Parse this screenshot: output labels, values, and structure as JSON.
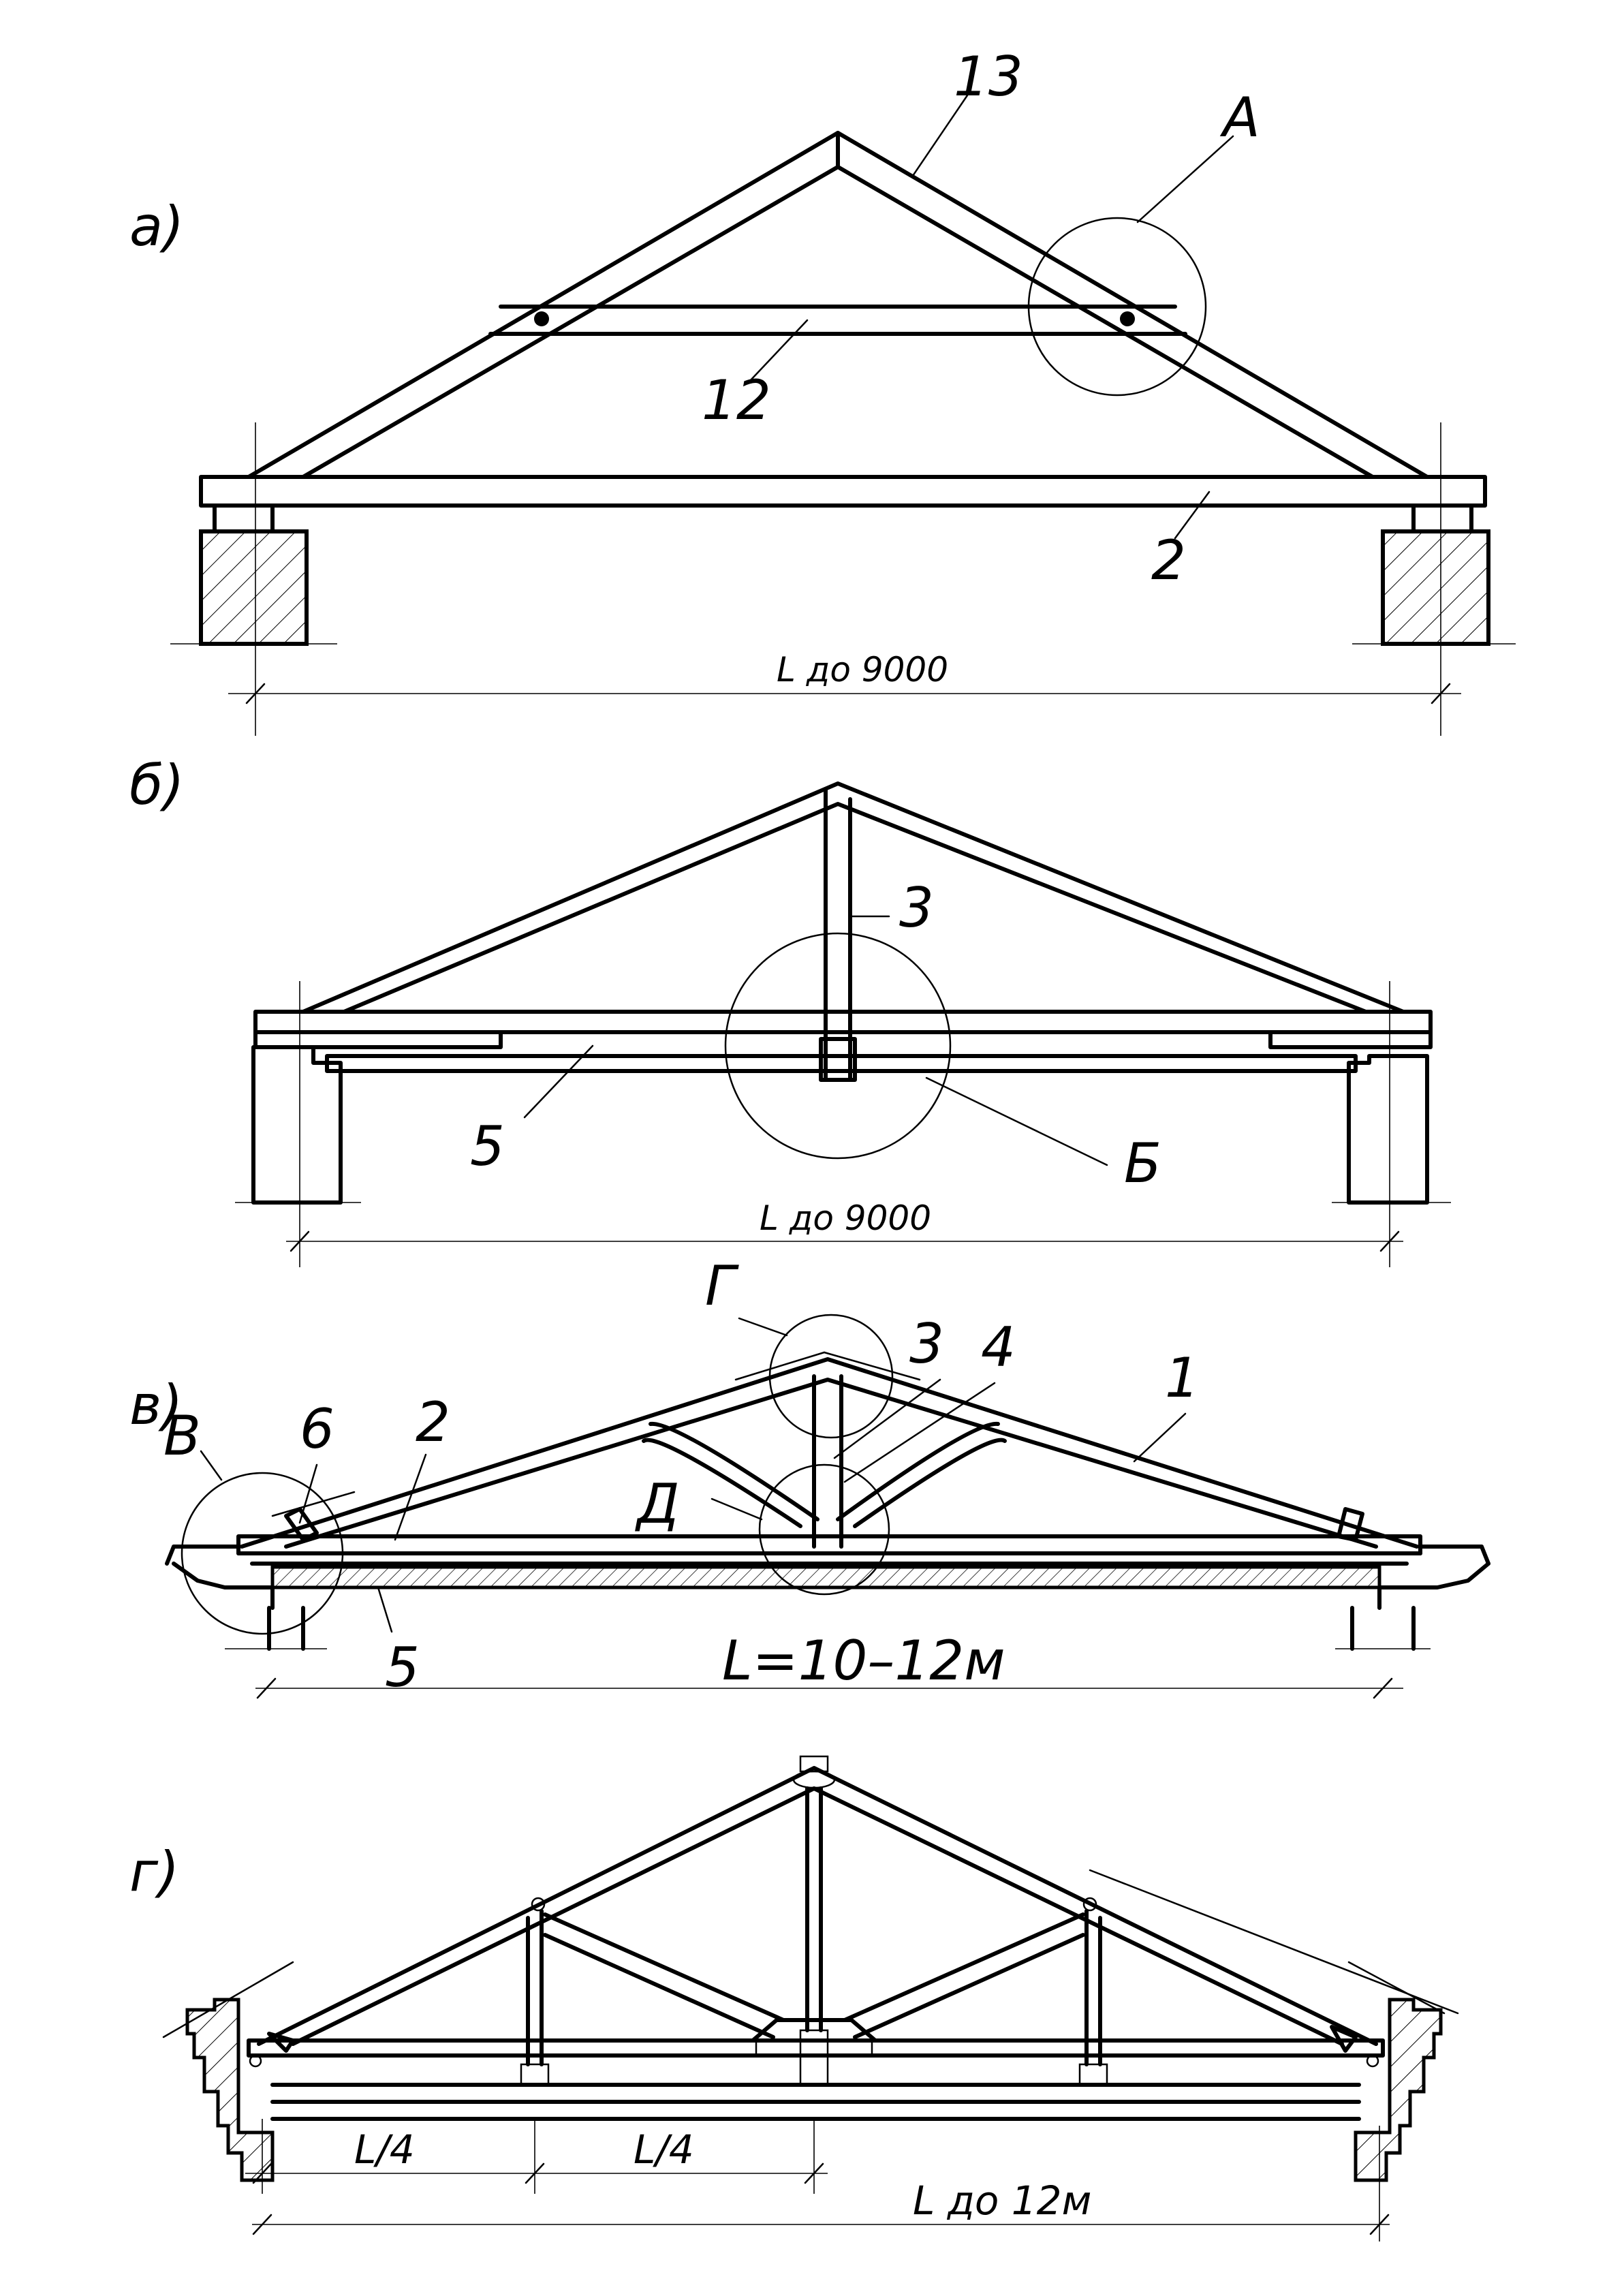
{
  "panel_a": {
    "letter": "а)",
    "labels": {
      "upper_chord": "13",
      "tie": "12",
      "lower_beam": "2",
      "node": "A"
    },
    "span": "L  до 9000"
  },
  "panel_b": {
    "letter": "б)",
    "labels": {
      "post": "3",
      "beam": "5",
      "node": "Б"
    },
    "span": "L  до 9000"
  },
  "panel_v": {
    "letter": "в)",
    "labels": {
      "node_top": "Г",
      "node_support": "В",
      "node_bottom": "Д",
      "post": "3",
      "strut": "4",
      "rafter": "1",
      "tie": "2",
      "bracket": "6",
      "ceiling": "5"
    },
    "span": "L=10–12м"
  },
  "panel_g": {
    "letter": "г)",
    "quarter_left": "L/4",
    "quarter_right": "L/4",
    "span": "L  до 12м"
  }
}
